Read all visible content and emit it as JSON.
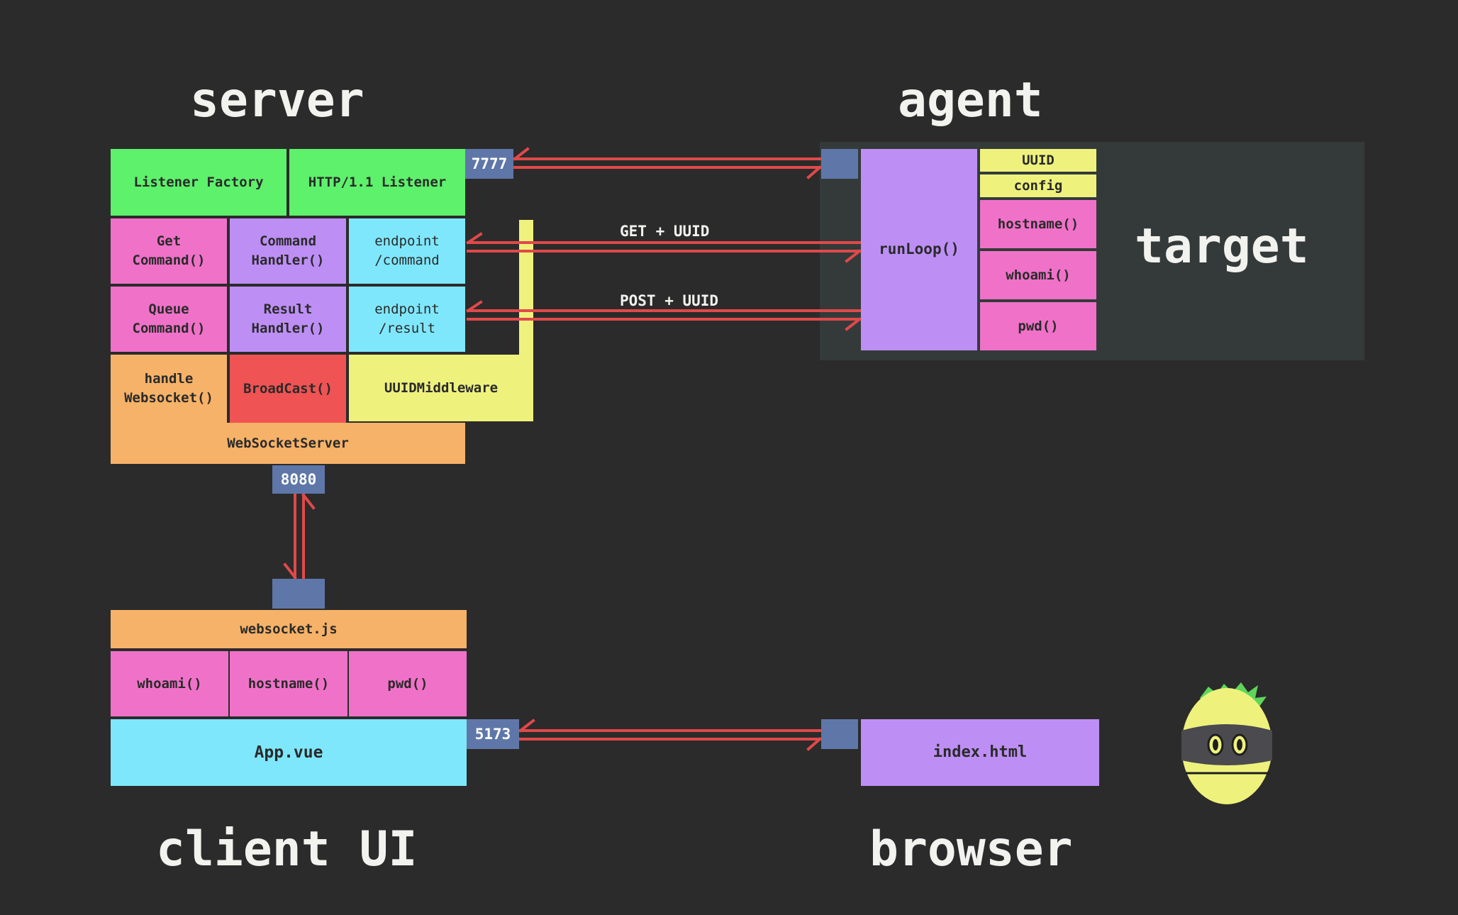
{
  "titles": {
    "server": "server",
    "agent": "agent",
    "target": "target",
    "client_ui": "client UI",
    "browser": "browser"
  },
  "server": {
    "listener_factory": "Listener Factory",
    "http_listener": "HTTP/1.1 Listener",
    "get_command": "Get\nCommand()",
    "command_handler": "Command\nHandler()",
    "endpoint_command": "endpoint\n/command",
    "queue_command": "Queue\nCommand()",
    "result_handler": "Result\nHandler()",
    "endpoint_result": "endpoint\n/result",
    "handle_websocket": "handle\nWebsocket()",
    "broadcast": "BroadCast()",
    "uuid_middleware": "UUIDMiddleware",
    "websocket_server": "WebSocketServer"
  },
  "ports": {
    "listener": "7777",
    "websocket": "8080",
    "client": "5173"
  },
  "agent": {
    "run_loop": "runLoop()",
    "uuid": "UUID",
    "config": "config",
    "hostname": "hostname()",
    "whoami": "whoami()",
    "pwd": "pwd()"
  },
  "arrows": {
    "get_uuid": "GET + UUID",
    "post_uuid": "POST + UUID"
  },
  "client": {
    "websocket_js": "websocket.js",
    "whoami": "whoami()",
    "hostname": "hostname()",
    "pwd": "pwd()",
    "app_vue": "App.vue"
  },
  "browser": {
    "index_html": "index.html"
  },
  "colors": {
    "background": "#2b2b2b",
    "target_panel": "#343a3a",
    "green": "#5ef16c",
    "pink": "#ef72c8",
    "purple": "#bd8ff5",
    "cyan": "#7fe7fb",
    "orange": "#f6b268",
    "red": "#ef5353",
    "yellow": "#eef27d",
    "port": "#5f77a8",
    "arrow": "#e0494a"
  },
  "mascot_icon": "masked-lemon-mascot-icon"
}
